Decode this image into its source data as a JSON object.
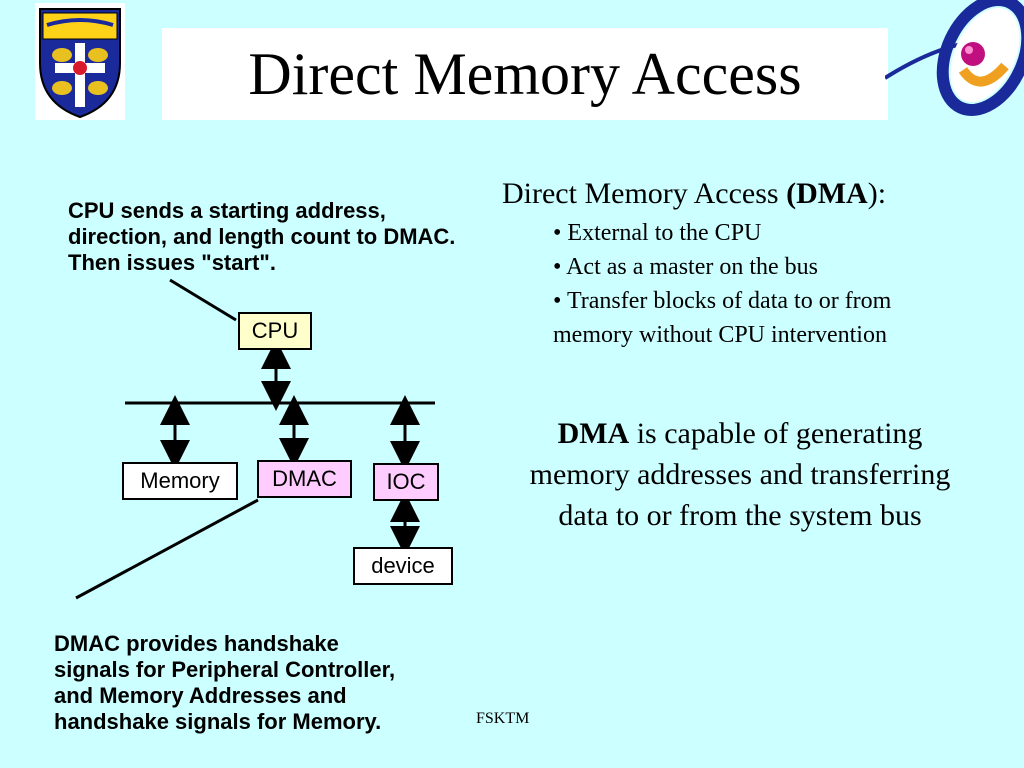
{
  "slide": {
    "title": "Direct Memory Access",
    "footer": "FSKTM",
    "background": "#ccffff"
  },
  "logos": {
    "crest_icon": "university-crest-icon",
    "corner_logo_icon": "orbit-logo-icon"
  },
  "annotations": {
    "cpu_note": "CPU sends a starting address, direction,  and length count to DMAC. Then issues \"start\".",
    "dmac_note": "DMAC provides handshake signals for Peripheral Controller, and Memory Addresses and handshake signals for Memory."
  },
  "diagram": {
    "cpu": "CPU",
    "memory": "Memory",
    "dmac": "DMAC",
    "ioc": "IOC",
    "device": "device",
    "colors": {
      "cpu_fill": "#ffffcc",
      "dmac_fill": "#ffccff",
      "ioc_fill": "#ffccff",
      "plain_fill": "#ffffff"
    }
  },
  "definition": {
    "heading_prefix": "Direct Memory Access ",
    "heading_open": "(",
    "heading_term": "DMA",
    "heading_close": "):",
    "bullets": [
      "• External to the CPU",
      "• Act as a master on the bus",
      "• Transfer blocks of data to or from memory without CPU intervention"
    ]
  },
  "statement": {
    "term": "DMA",
    "text": " is capable of generating memory addresses and transferring data to or from the system bus"
  }
}
